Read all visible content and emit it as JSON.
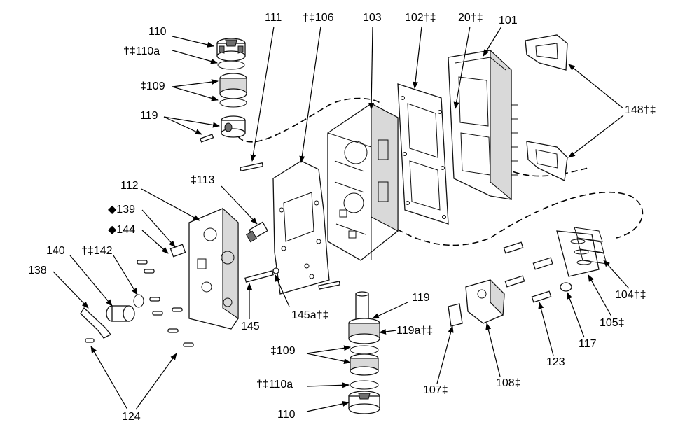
{
  "diagram": {
    "labels": {
      "l110_top": "110",
      "l110a_top": "†‡110a",
      "l109_top": "‡109",
      "l119_top": "119",
      "l111": "111",
      "l106": "†‡106",
      "l103": "103",
      "l102": "102†‡",
      "l20": "20†‡",
      "l101": "101",
      "l148": "148†‡",
      "l112": "112",
      "l113": "‡113",
      "l139": "◆139",
      "l144": "◆144",
      "l140": "140",
      "l142": "†‡142",
      "l138": "138",
      "l145": "145",
      "l145a": "145a†‡",
      "l119_mid": "119",
      "l119a": "119a†‡",
      "l109_bot": "‡109",
      "l110a_bot": "†‡110a",
      "l110_bot": "110",
      "l124": "124",
      "l107": "107‡",
      "l108": "108‡",
      "l123": "123",
      "l117": "117",
      "l105": "105‡",
      "l104": "104†‡"
    }
  }
}
